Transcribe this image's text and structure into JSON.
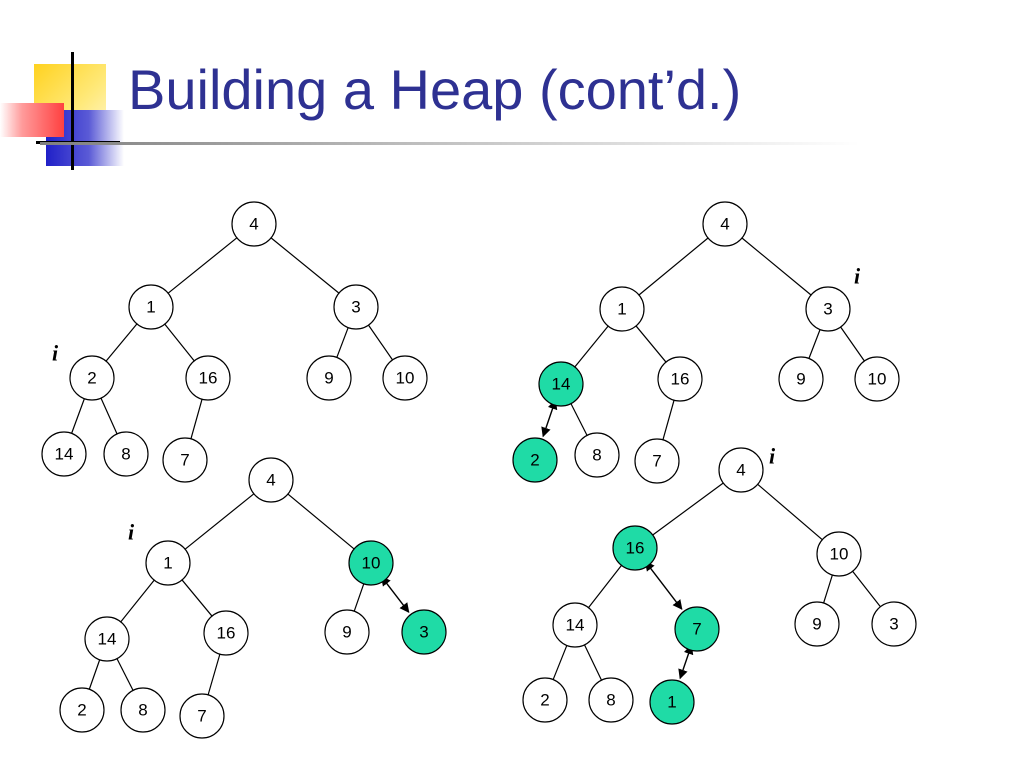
{
  "slide": {
    "title": "Building a Heap (cont’d.)",
    "highlight_color": "#1fdba6",
    "text_color": "#2e3192"
  },
  "diagrams": [
    {
      "nodes": [
        {
          "id": "a4",
          "label": "4",
          "highlighted": false
        },
        {
          "id": "a1",
          "label": "1",
          "highlighted": false
        },
        {
          "id": "a3",
          "label": "3",
          "highlighted": false
        },
        {
          "id": "a2",
          "label": "2",
          "highlighted": false
        },
        {
          "id": "a16",
          "label": "16",
          "highlighted": false
        },
        {
          "id": "a9",
          "label": "9",
          "highlighted": false
        },
        {
          "id": "a10",
          "label": "10",
          "highlighted": false
        },
        {
          "id": "a14",
          "label": "14",
          "highlighted": false
        },
        {
          "id": "a8",
          "label": "8",
          "highlighted": false
        },
        {
          "id": "a7",
          "label": "7",
          "highlighted": false
        }
      ],
      "edges": [
        [
          "a4",
          "a1"
        ],
        [
          "a4",
          "a3"
        ],
        [
          "a1",
          "a2"
        ],
        [
          "a1",
          "a16"
        ],
        [
          "a3",
          "a9"
        ],
        [
          "a3",
          "a10"
        ],
        [
          "a2",
          "a14"
        ],
        [
          "a2",
          "a8"
        ],
        [
          "a16",
          "a7"
        ]
      ],
      "swaps": [],
      "i_label": "i"
    },
    {
      "nodes": [
        {
          "id": "b4",
          "label": "4",
          "highlighted": false
        },
        {
          "id": "b1",
          "label": "1",
          "highlighted": false
        },
        {
          "id": "b3",
          "label": "3",
          "highlighted": false
        },
        {
          "id": "b14",
          "label": "14",
          "highlighted": true
        },
        {
          "id": "b16",
          "label": "16",
          "highlighted": false
        },
        {
          "id": "b9",
          "label": "9",
          "highlighted": false
        },
        {
          "id": "b10",
          "label": "10",
          "highlighted": false
        },
        {
          "id": "b2",
          "label": "2",
          "highlighted": true
        },
        {
          "id": "b8",
          "label": "8",
          "highlighted": false
        },
        {
          "id": "b7",
          "label": "7",
          "highlighted": false
        }
      ],
      "edges": [
        [
          "b4",
          "b1"
        ],
        [
          "b4",
          "b3"
        ],
        [
          "b1",
          "b14"
        ],
        [
          "b1",
          "b16"
        ],
        [
          "b3",
          "b9"
        ],
        [
          "b3",
          "b10"
        ],
        [
          "b14",
          "b8"
        ],
        [
          "b16",
          "b7"
        ]
      ],
      "swaps": [
        [
          "b14",
          "b2"
        ]
      ],
      "i_label": "i"
    },
    {
      "nodes": [
        {
          "id": "c4",
          "label": "4",
          "highlighted": false
        },
        {
          "id": "c1",
          "label": "1",
          "highlighted": false
        },
        {
          "id": "c10",
          "label": "10",
          "highlighted": true
        },
        {
          "id": "c14",
          "label": "14",
          "highlighted": false
        },
        {
          "id": "c16",
          "label": "16",
          "highlighted": false
        },
        {
          "id": "c9",
          "label": "9",
          "highlighted": false
        },
        {
          "id": "c3",
          "label": "3",
          "highlighted": true
        },
        {
          "id": "c2",
          "label": "2",
          "highlighted": false
        },
        {
          "id": "c8",
          "label": "8",
          "highlighted": false
        },
        {
          "id": "c7",
          "label": "7",
          "highlighted": false
        }
      ],
      "edges": [
        [
          "c4",
          "c1"
        ],
        [
          "c4",
          "c10"
        ],
        [
          "c1",
          "c14"
        ],
        [
          "c1",
          "c16"
        ],
        [
          "c10",
          "c9"
        ],
        [
          "c14",
          "c2"
        ],
        [
          "c14",
          "c8"
        ],
        [
          "c16",
          "c7"
        ]
      ],
      "swaps": [
        [
          "c10",
          "c3"
        ]
      ],
      "i_label": "i"
    },
    {
      "nodes": [
        {
          "id": "d4",
          "label": "4",
          "highlighted": false
        },
        {
          "id": "d16",
          "label": "16",
          "highlighted": true
        },
        {
          "id": "d10",
          "label": "10",
          "highlighted": false
        },
        {
          "id": "d14",
          "label": "14",
          "highlighted": false
        },
        {
          "id": "d7",
          "label": "7",
          "highlighted": true
        },
        {
          "id": "d9",
          "label": "9",
          "highlighted": false
        },
        {
          "id": "d3",
          "label": "3",
          "highlighted": false
        },
        {
          "id": "d2",
          "label": "2",
          "highlighted": false
        },
        {
          "id": "d8",
          "label": "8",
          "highlighted": false
        },
        {
          "id": "d1",
          "label": "1",
          "highlighted": true
        }
      ],
      "edges": [
        [
          "d4",
          "d16"
        ],
        [
          "d4",
          "d10"
        ],
        [
          "d16",
          "d14"
        ],
        [
          "d10",
          "d9"
        ],
        [
          "d10",
          "d3"
        ],
        [
          "d14",
          "d2"
        ],
        [
          "d14",
          "d8"
        ]
      ],
      "swaps": [
        [
          "d16",
          "d7"
        ],
        [
          "d7",
          "d1"
        ]
      ],
      "i_label": "i"
    }
  ]
}
